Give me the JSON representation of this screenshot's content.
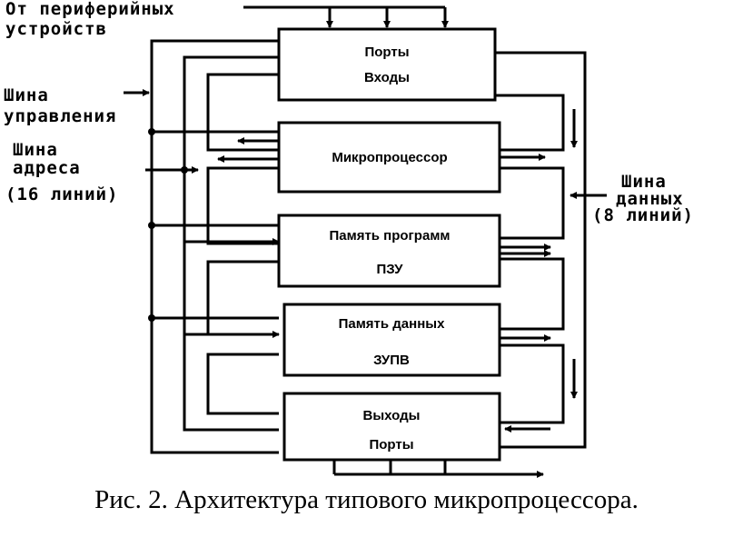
{
  "labels": {
    "peripheral_1": "От периферийных",
    "peripheral_2": "устройств",
    "control_bus_1": "Шина",
    "control_bus_2": "управления",
    "address_bus_1": "Шина",
    "address_bus_2": "адреса",
    "address_bus_3": "(16 линий)",
    "data_bus_1": "Шина",
    "data_bus_2": "данных",
    "data_bus_3": "(8 линий)"
  },
  "blocks": {
    "input_ports": {
      "line1": "Порты",
      "line2": "Входы"
    },
    "cpu": {
      "line1": "Микропроцессор"
    },
    "rom": {
      "line1": "Память программ",
      "line2": "ПЗУ"
    },
    "ram": {
      "line1": "Память данных",
      "line2": "ЗУПВ"
    },
    "output_ports": {
      "line1": "Выходы",
      "line2": "Порты"
    }
  },
  "caption": "Рис. 2. Архитектура типового микропроцессора."
}
